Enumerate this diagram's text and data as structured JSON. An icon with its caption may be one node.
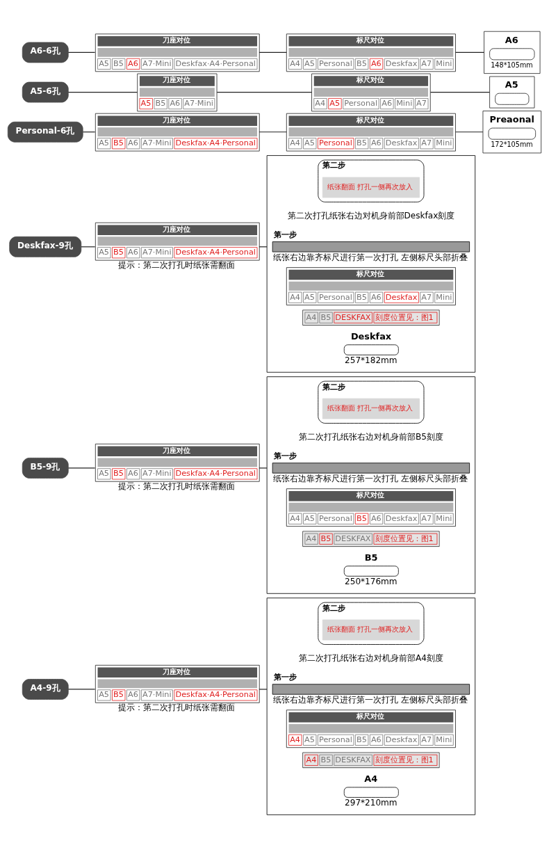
{
  "diagram": {
    "nodes": [
      {
        "text": [
          "A6-6孔"
        ]
      },
      {
        "text": [
          "刀座对位",
          "A5",
          "B5",
          "A6",
          "A7·Mini",
          "Deskfax·A4·Personal"
        ]
      },
      {
        "text": [
          "标尺对位",
          "A4",
          "A5",
          "Personal",
          "B5",
          "A6",
          "Deskfax",
          "A7",
          "Mini"
        ]
      },
      {
        "text": [
          "A6",
          "148*105mm"
        ]
      },
      {
        "text": [
          "A5-6孔"
        ]
      },
      {
        "text": [
          "刀座对位",
          "A5",
          "B5",
          "A6",
          "A7·Mini"
        ]
      },
      {
        "text": [
          "标尺对位",
          "A4",
          "A5",
          "Personal",
          "A6",
          "Mini",
          "A7"
        ]
      },
      {
        "text": [
          "A5"
        ]
      },
      {
        "text": [
          "Personal-6孔"
        ]
      },
      {
        "text": [
          "刀座对位",
          "A5",
          "B5",
          "A6",
          "A7·Mini",
          "Deskfax·A4·Personal"
        ]
      },
      {
        "text": [
          "标尺对位",
          "A4",
          "A5",
          "Personal",
          "B5",
          "A6",
          "Deskfax",
          "A7",
          "Mini"
        ]
      },
      {
        "text": [
          "Preaonal",
          "172*105mm"
        ]
      },
      {
        "text": [
          "Deskfax-9孔"
        ]
      },
      {
        "text": [
          "刀座对位",
          "A5",
          "B5",
          "A6",
          "A7·Mini",
          "Deskfax·A4·Personal"
        ],
        "beside": [
          "提示：第二次打孔时纸张需翻面"
        ]
      },
      {
        "text": [],
        "shape": "box"
      },
      {
        "text": [
          "第一步"
        ],
        "beside": [
          "纸张右边靠齐标尺进行第一次打孔 左侧标尺头部折叠"
        ],
        "in": 14
      },
      {
        "text": [
          "标尺对位",
          "A4",
          "A5",
          "Personal",
          "B5",
          "A6",
          "Deskfax",
          "A7",
          "Mini"
        ],
        "in": 14
      },
      {
        "text": [
          "第二步"
        ],
        "beside": [
          "第二次打孔纸张右边对机身前部Deskfax刻度"
        ],
        "in": 14
      },
      {
        "text": [
          "A4",
          "B5",
          "DESKFAX",
          "刻度位置见：图1"
        ],
        "in": 14
      },
      {
        "text": [
          "纸张翻面 打孔一侧再次放入"
        ],
        "in": 17
      },
      {
        "text": [
          "Deskfax"
        ],
        "beside": [
          "257*182mm"
        ],
        "in": 14
      },
      {
        "text": [
          "B5-9孔"
        ]
      },
      {
        "text": [
          "刀座对位",
          "A5",
          "B5",
          "A6",
          "A7·Mini",
          "Deskfax·A4·Personal"
        ],
        "beside": [
          "提示：第二次打孔时纸张需翻面"
        ]
      },
      {
        "text": [],
        "shape": "box"
      },
      {
        "text": [
          "第一步"
        ],
        "beside": [
          "纸张右边靠齐标尺进行第一次打孔 左侧标尺头部折叠"
        ],
        "in": 23
      },
      {
        "text": [
          "标尺对位",
          "A4",
          "A5",
          "Personal",
          "B5",
          "A6",
          "Deskfax",
          "A7",
          "Mini"
        ],
        "in": 23
      },
      {
        "text": [
          "第二步"
        ],
        "beside": [
          "第二次打孔纸张右边对机身前部B5刻度"
        ],
        "in": 23
      },
      {
        "text": [
          "A4",
          "B5",
          "DESKFAX",
          "刻度位置见：图1"
        ],
        "in": 23
      },
      {
        "text": [
          "纸张翻面 打孔一侧再次放入"
        ],
        "in": 26
      },
      {
        "text": [
          "B5"
        ],
        "beside": [
          "250*176mm"
        ],
        "in": 23
      },
      {
        "text": [
          "A4-9孔"
        ]
      },
      {
        "text": [
          "刀座对位",
          "A5",
          "B5",
          "A6",
          "A7·Mini",
          "Deskfax·A4·Personal"
        ],
        "beside": [
          "提示：第二次打孔时纸张需翻面"
        ]
      },
      {
        "text": [],
        "shape": "box"
      },
      {
        "text": [
          "第一步"
        ],
        "beside": [
          "纸张右边靠齐标尺进行第一次打孔 左侧标尺头部折叠"
        ],
        "in": 32
      },
      {
        "text": [
          "标尺对位",
          "A4",
          "A5",
          "Personal",
          "B5",
          "A6",
          "Deskfax",
          "A7",
          "Mini"
        ],
        "in": 32
      },
      {
        "text": [
          "第二步"
        ],
        "beside": [
          "第二次打孔纸张右边对机身前部A4刻度"
        ],
        "in": 32
      },
      {
        "text": [
          "A4",
          "B5",
          "DESKFAX",
          "刻度位置见：图1"
        ],
        "in": 32
      },
      {
        "text": [
          "纸张翻面 打孔一侧再次放入"
        ],
        "in": 35
      },
      {
        "text": [
          "A4"
        ],
        "beside": [
          "297*210mm"
        ],
        "in": 32
      }
    ],
    "edges": [
      {
        "from": 0,
        "to": 1,
        "arrow": "none"
      },
      {
        "from": 1,
        "to": 2,
        "arrow": "none"
      },
      {
        "from": 2,
        "to": 3,
        "arrow": "none"
      },
      {
        "from": 4,
        "to": 5,
        "arrow": "none"
      },
      {
        "from": 5,
        "to": 6,
        "arrow": "none"
      },
      {
        "from": 6,
        "to": 7,
        "arrow": "none"
      },
      {
        "from": 8,
        "to": 9,
        "arrow": "none"
      },
      {
        "from": 9,
        "to": 10,
        "arrow": "none"
      },
      {
        "from": 10,
        "to": 11,
        "arrow": "none"
      },
      {
        "from": 12,
        "to": 13,
        "arrow": "none"
      },
      {
        "from": 13,
        "to": 14,
        "arrow": "none"
      },
      {
        "from": 21,
        "to": 22,
        "arrow": "none"
      },
      {
        "from": 22,
        "to": 23,
        "arrow": "none"
      },
      {
        "from": 30,
        "to": 31,
        "arrow": "none"
      },
      {
        "from": 31,
        "to": 32,
        "arrow": "none"
      }
    ]
  }
}
